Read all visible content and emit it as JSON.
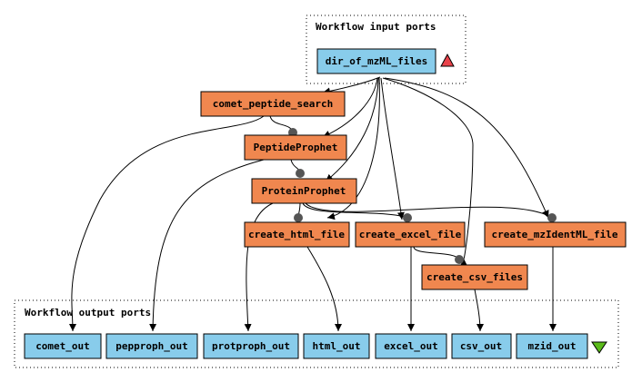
{
  "groups": {
    "input_title": "Workflow input ports",
    "output_title": "Workflow output ports"
  },
  "input_ports": [
    "dir_of_mzML_files"
  ],
  "processors": [
    "comet_peptide_search",
    "PeptideProphet",
    "ProteinProphet",
    "create_html_file",
    "create_excel_file",
    "create_mzIdentML_file",
    "create_csv_files"
  ],
  "output_ports": [
    "comet_out",
    "pepproph_out",
    "protproph_out",
    "html_out",
    "excel_out",
    "csv_out",
    "mzid_out"
  ],
  "colors": {
    "processor_fill": "#f0874f",
    "port_fill": "#88cceb",
    "input_marker": "#e8424a",
    "output_marker": "#5bbb1a"
  },
  "icons": {
    "input_marker": "red-up-triangle-icon",
    "output_marker": "green-down-triangle-icon"
  }
}
